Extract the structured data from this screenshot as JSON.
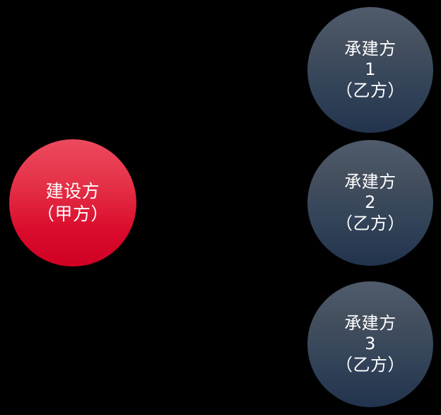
{
  "diagram": {
    "background_color": "#000000",
    "type": "relationship-diagram",
    "client_node": {
      "id": "client",
      "name_label": "建设方",
      "role_label": "（甲方）",
      "fill_top_color": "#EC4A5E",
      "fill_bottom_color": "#D00024",
      "text_color": "#FFFFFF"
    },
    "contractor_nodes": [
      {
        "id": "contractor-1",
        "name_label": "承建方",
        "index_label": "1",
        "role_label": "（乙方）",
        "fill_top_color": "#505B6C",
        "fill_bottom_color": "#22334D",
        "text_color": "#FFFFFF"
      },
      {
        "id": "contractor-2",
        "name_label": "承建方",
        "index_label": "2",
        "role_label": "（乙方）",
        "fill_top_color": "#505B6C",
        "fill_bottom_color": "#22334D",
        "text_color": "#FFFFFF"
      },
      {
        "id": "contractor-3",
        "name_label": "承建方",
        "index_label": "3",
        "role_label": "（乙方）",
        "fill_top_color": "#505B6C",
        "fill_bottom_color": "#22334D",
        "text_color": "#FFFFFF"
      }
    ]
  }
}
